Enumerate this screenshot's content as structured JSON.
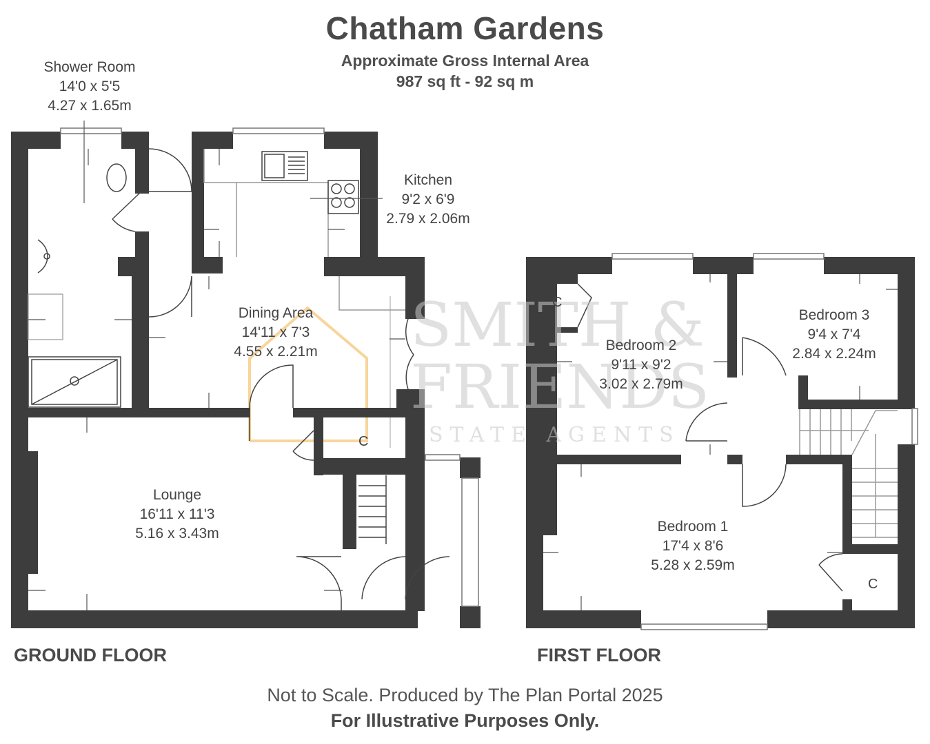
{
  "title": "Chatham Gardens",
  "subtitle": "Approximate Gross Internal Area",
  "area": "987 sq ft - 92 sq m",
  "floors": {
    "ground": "GROUND FLOOR",
    "first": "FIRST FLOOR"
  },
  "rooms": {
    "shower": {
      "name": "Shower Room",
      "imperial": "14'0 x 5'5",
      "metric": "4.27 x 1.65m"
    },
    "kitchen": {
      "name": "Kitchen",
      "imperial": "9'2 x 6'9",
      "metric": "2.79 x 2.06m"
    },
    "dining": {
      "name": "Dining Area",
      "imperial": "14'11 x 7'3",
      "metric": "4.55 x 2.21m"
    },
    "lounge": {
      "name": "Lounge",
      "imperial": "16'11 x 11'3",
      "metric": "5.16 x 3.43m"
    },
    "bed2": {
      "name": "Bedroom 2",
      "imperial": "9'11 x 9'2",
      "metric": "3.02 x 2.79m"
    },
    "bed3": {
      "name": "Bedroom 3",
      "imperial": "9'4 x 7'4",
      "metric": "2.84 x 2.24m"
    },
    "bed1": {
      "name": "Bedroom 1",
      "imperial": "17'4 x 8'6",
      "metric": "5.28 x 2.59m"
    }
  },
  "cupboard": "C",
  "watermark": {
    "line1": "SMITH &",
    "line2": "FRIENDS",
    "line3": "STATE AGENTS"
  },
  "footer": {
    "line1": "Not to Scale. Produced by The Plan Portal 2025",
    "line2": "For Illustrative Purposes Only."
  },
  "colors": {
    "wall": "#3d3d3d",
    "accent": "#f4c77a",
    "text": "#444444"
  }
}
